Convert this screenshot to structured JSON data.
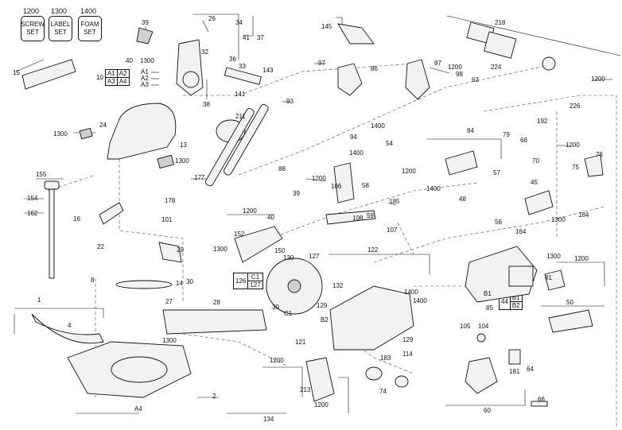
{
  "sets": [
    {
      "number": "1200",
      "line1": "SCREW",
      "line2": "SET"
    },
    {
      "number": "1300",
      "line1": "LABEL",
      "line2": "SET"
    },
    {
      "number": "1400",
      "line1": "FOAM",
      "line2": "SET"
    }
  ],
  "tables": {
    "t10": {
      "index": "10",
      "cells": [
        "A1",
        "A2",
        "A3",
        "A4"
      ]
    },
    "t126": {
      "index": "126",
      "cells": [
        "C1",
        "127"
      ]
    },
    "t44": {
      "index": "44",
      "cells": [
        "B1",
        "B2"
      ]
    }
  },
  "callouts": {
    "c39a": "39",
    "c26": "26",
    "c34": "34",
    "c41": "41",
    "c37": "37",
    "c40a": "40",
    "c1300a": "1300",
    "c32": "32",
    "c36": "36",
    "c33": "33",
    "ca1": "A1",
    "ca2": "A2",
    "ca3": "A3",
    "c143": "143",
    "c141": "141",
    "c38": "38",
    "c15": "15",
    "c145": "145",
    "c97": "97",
    "c86": "86",
    "c87": "87",
    "c1200a": "1200",
    "c98": "98",
    "c63": "63",
    "c218": "218",
    "c224": "224",
    "c1200b": "1200",
    "c226": "226",
    "c93": "93",
    "c1400a": "1400",
    "c1300b": "1300",
    "c24": "24",
    "c13": "13",
    "c1300c": "1300",
    "c211": "211",
    "c94": "94",
    "c88": "88",
    "c84": "84",
    "c192": "192",
    "c79": "79",
    "c68": "68",
    "c1200c": "1200",
    "c70": "70",
    "c75": "75",
    "c76": "76",
    "c1400b": "1400",
    "c54": "54",
    "c1200d": "1200",
    "c57": "57",
    "c45": "45",
    "c155": "155",
    "c154": "154",
    "c162": "162",
    "c16": "16",
    "c22": "22",
    "c177": "177",
    "c178": "178",
    "c101": "101",
    "c1200e": "1200",
    "c39b": "39",
    "c40b": "40",
    "c152": "152",
    "c1200f": "1200",
    "c106": "106",
    "c58": "58",
    "c1400c": "1400",
    "c48": "48",
    "c185": "185",
    "c108": "108",
    "c59": "59",
    "c107": "107",
    "c56": "56",
    "c164": "164",
    "c1300d": "1300",
    "c184": "184",
    "c29": "29",
    "c1300e": "1300",
    "c150": "150",
    "c130": "130",
    "c127": "127",
    "c122": "122",
    "c1300f": "1300",
    "c1200g": "1200",
    "c8": "8",
    "c14": "14",
    "c132": "132",
    "c30a": "30",
    "c81": "81",
    "c27": "27",
    "c28": "28",
    "c30b": "30",
    "cc1": "C1",
    "c1400d": "1400",
    "c1400e": "1400",
    "c129a": "129",
    "cb2": "B2",
    "c85": "85",
    "cb1": "B1",
    "c50": "50",
    "c1": "1",
    "c4": "4",
    "c1300g": "1300",
    "c121": "121",
    "c105": "105",
    "c104": "104",
    "c129b": "129",
    "c114": "114",
    "c183": "183",
    "c181": "181",
    "c64": "64",
    "c1200h": "1200",
    "c213": "213",
    "c74": "74",
    "c2": "2",
    "c1200i": "1200",
    "ca4": "A4",
    "c134": "134",
    "c60": "60",
    "c66": "66"
  }
}
